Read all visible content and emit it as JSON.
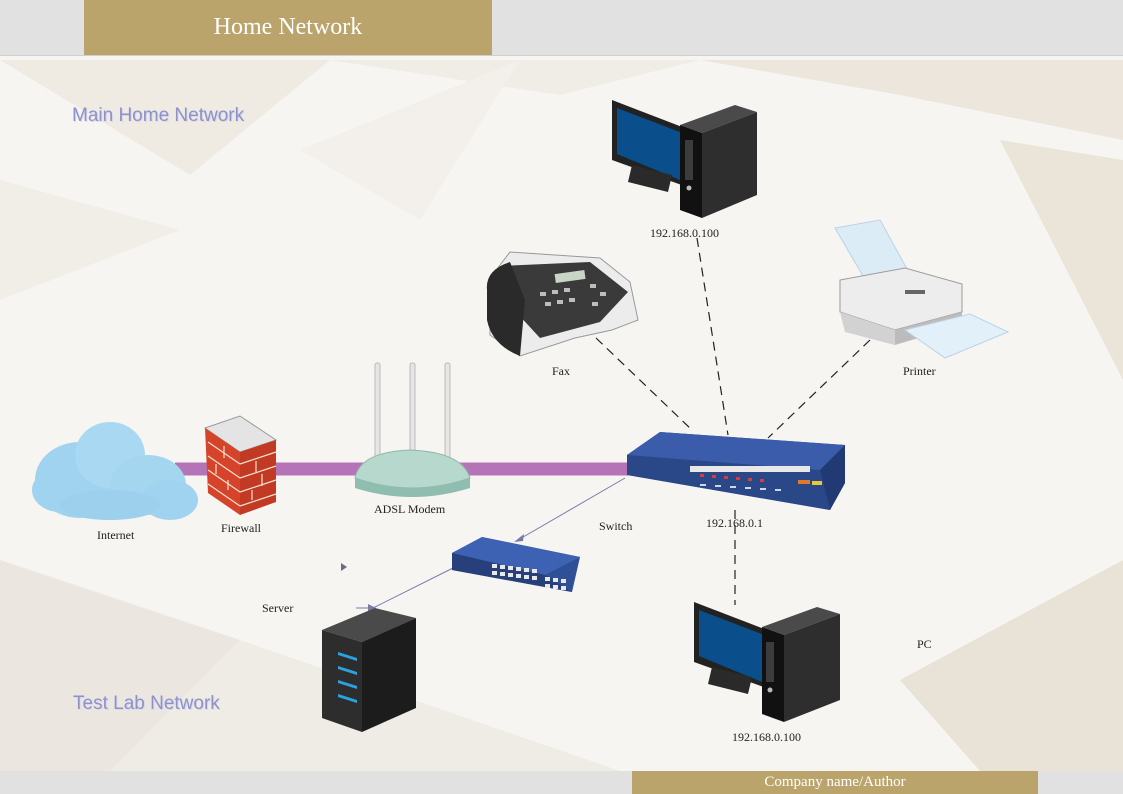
{
  "header": {
    "title": "Home Network"
  },
  "footer": {
    "author": "Company name/Author"
  },
  "sections": {
    "main": "Main Home Network",
    "test": "Test Lab Network"
  },
  "devices": {
    "pc_top_ip": "192.168.0.100",
    "fax": "Fax",
    "printer": "Printer",
    "internet": "Internet",
    "firewall": "Firewall",
    "modem": "ADSL Modem",
    "switch": "Switch",
    "switch_ip": "192.168.0.1",
    "server": "Server",
    "pc": "PC",
    "pc_bottom_ip": "192.168.0.100"
  },
  "colors": {
    "accent": "#bba46b",
    "link": "#b574b8",
    "device_blue": "#2a4a8e"
  }
}
